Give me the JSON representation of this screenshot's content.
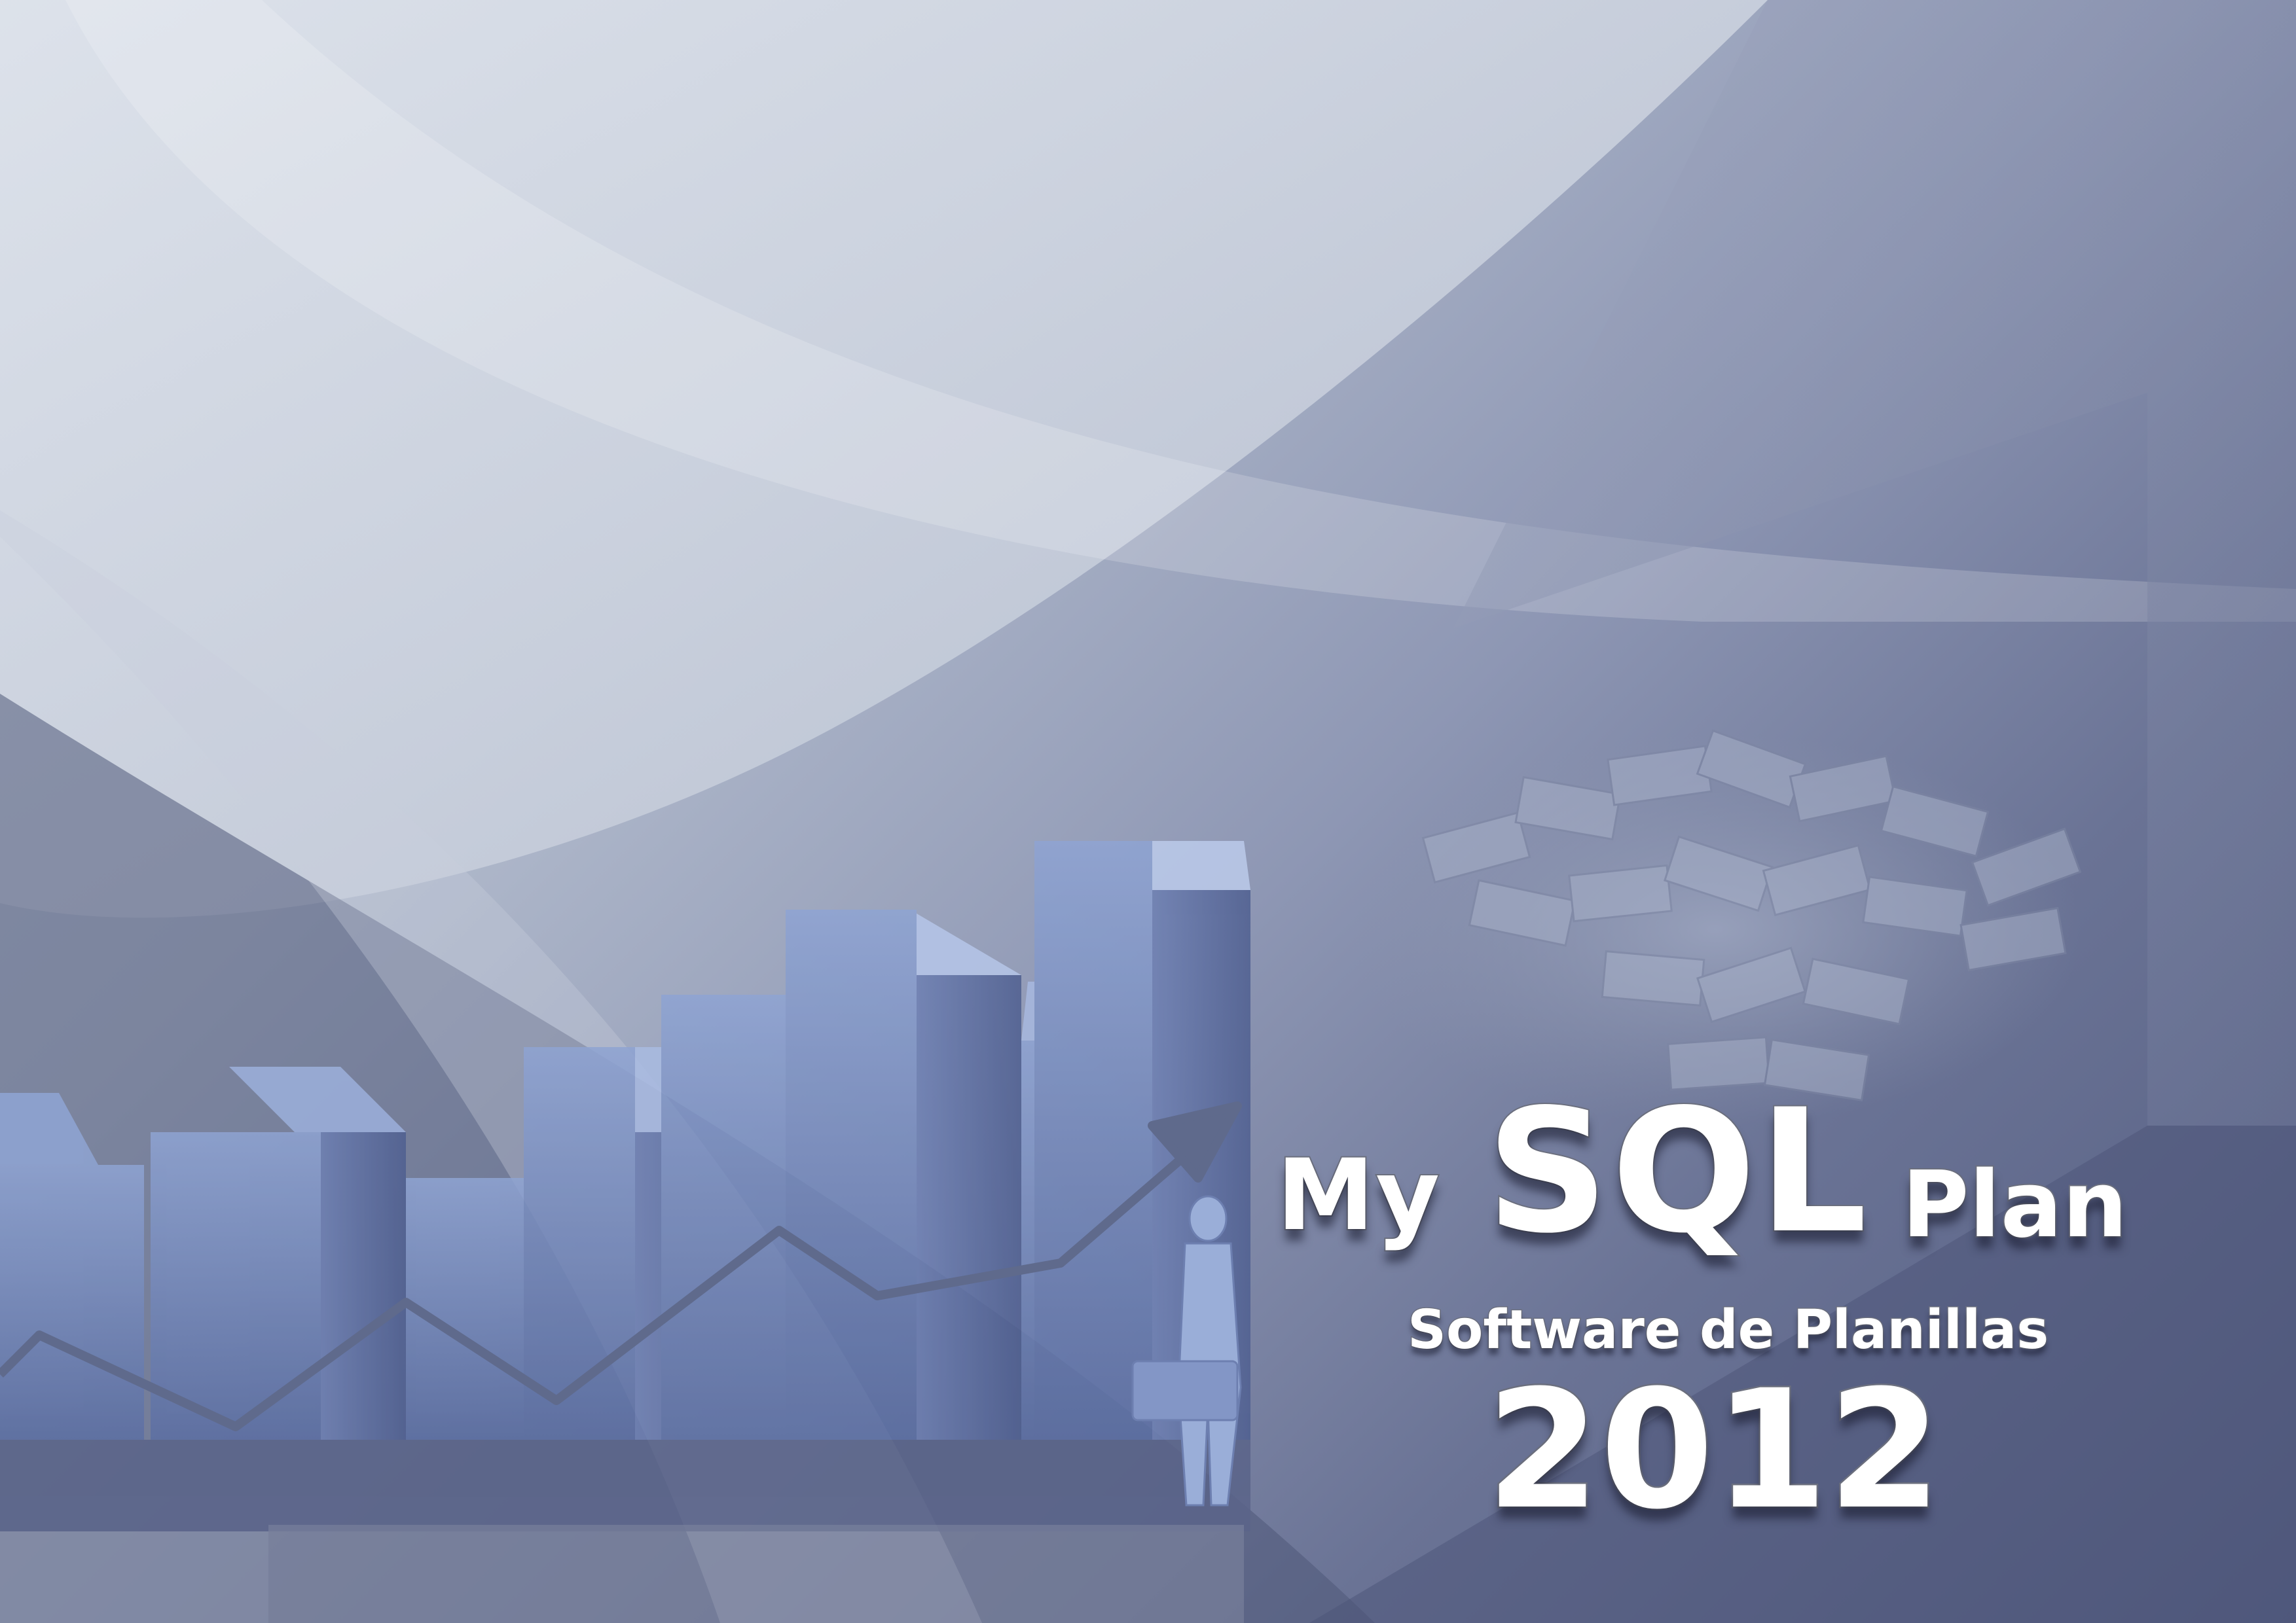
{
  "cover": {
    "title_my": "My",
    "title_sql": "SQL",
    "title_plan": "Plan",
    "subtitle": "Software de Planillas",
    "year": "2012"
  },
  "colors": {
    "background_light": "#c9d0dd",
    "background_dark": "#525b7f",
    "bar_blue": "#7f93c4",
    "title_white": "#ffffff",
    "title_outline": "#6b6f7e"
  },
  "icons": [
    "bar-chart-illustration",
    "trend-arrow-icon",
    "businessman-figure",
    "money-pile-illustration"
  ]
}
